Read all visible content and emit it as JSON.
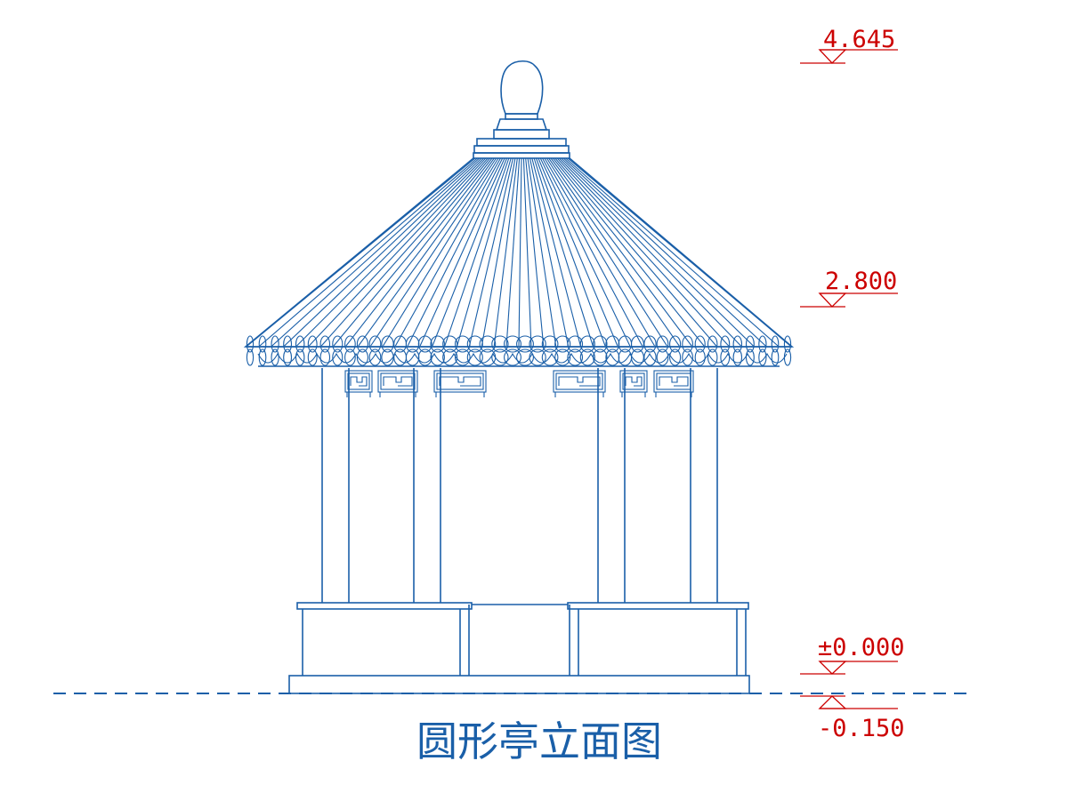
{
  "drawing": {
    "title": "圆形亭立面图",
    "line_color": "#1a5fa8",
    "annotation_color": "#cc0000",
    "elevations": [
      {
        "label": "4.645"
      },
      {
        "label": "2.800"
      },
      {
        "label": "±0.000"
      },
      {
        "label": "-0.150"
      }
    ]
  }
}
